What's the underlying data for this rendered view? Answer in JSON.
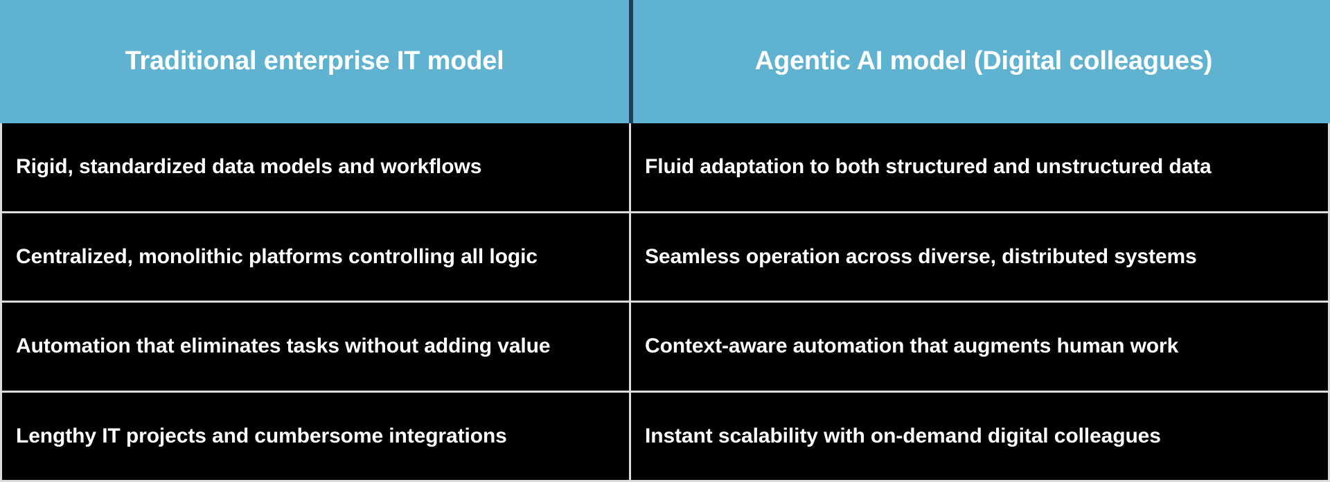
{
  "table": {
    "columns": [
      {
        "id": "traditional",
        "header": "Traditional enterprise IT model"
      },
      {
        "id": "agentic",
        "header": "Agentic AI model (Digital colleagues)"
      }
    ],
    "rows": [
      {
        "left": "Rigid, standardized data models and workflows",
        "right": "Fluid adaptation to both structured and unstructured data"
      },
      {
        "left": "Centralized, monolithic platforms controlling all logic",
        "right": "Seamless operation across diverse, distributed systems"
      },
      {
        "left": "Automation that eliminates tasks without adding value",
        "right": "Context-aware automation that augments human work"
      },
      {
        "left": "Lengthy IT projects and cumbersome integrations",
        "right": "Instant scalability with on-demand digital colleagues"
      }
    ]
  },
  "colors": {
    "header_background": "#5fb3d0",
    "header_text": "#ffffff",
    "header_divider": "#1e425c",
    "body_background": "#000000",
    "body_text": "#ffffff",
    "grid_line": "#d8dcdd"
  }
}
